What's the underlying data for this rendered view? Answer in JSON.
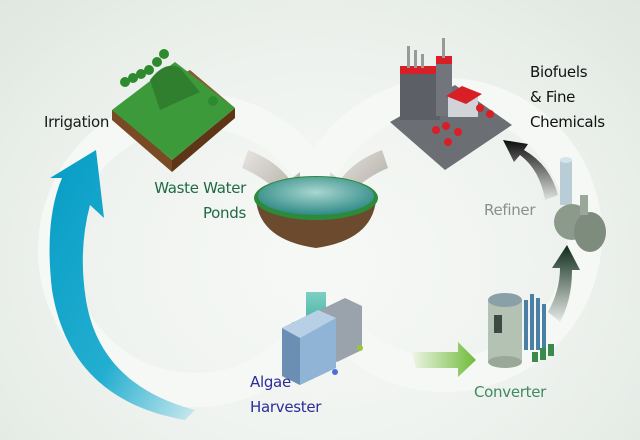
{
  "nodes": {
    "irrigation": "Irrigation",
    "ponds": [
      "Waste Water",
      "Ponds"
    ],
    "harvester": [
      "Algae",
      "Harvester"
    ],
    "converter": "Converter",
    "refiner": "Refiner",
    "biofuels": [
      "Biofuels",
      "& Fine",
      "Chemicals"
    ]
  },
  "colors": {
    "irrigation_arrow": "#0aa3c8",
    "pond_arrow": "#1aa08e",
    "converter_arrow": "#7cc040",
    "refiner_arrow": "#2e8a5a",
    "biofuel_arrow": "#1a1a1a",
    "input_arrows": "#b8b2a8",
    "ring": "#f4f6f3"
  }
}
